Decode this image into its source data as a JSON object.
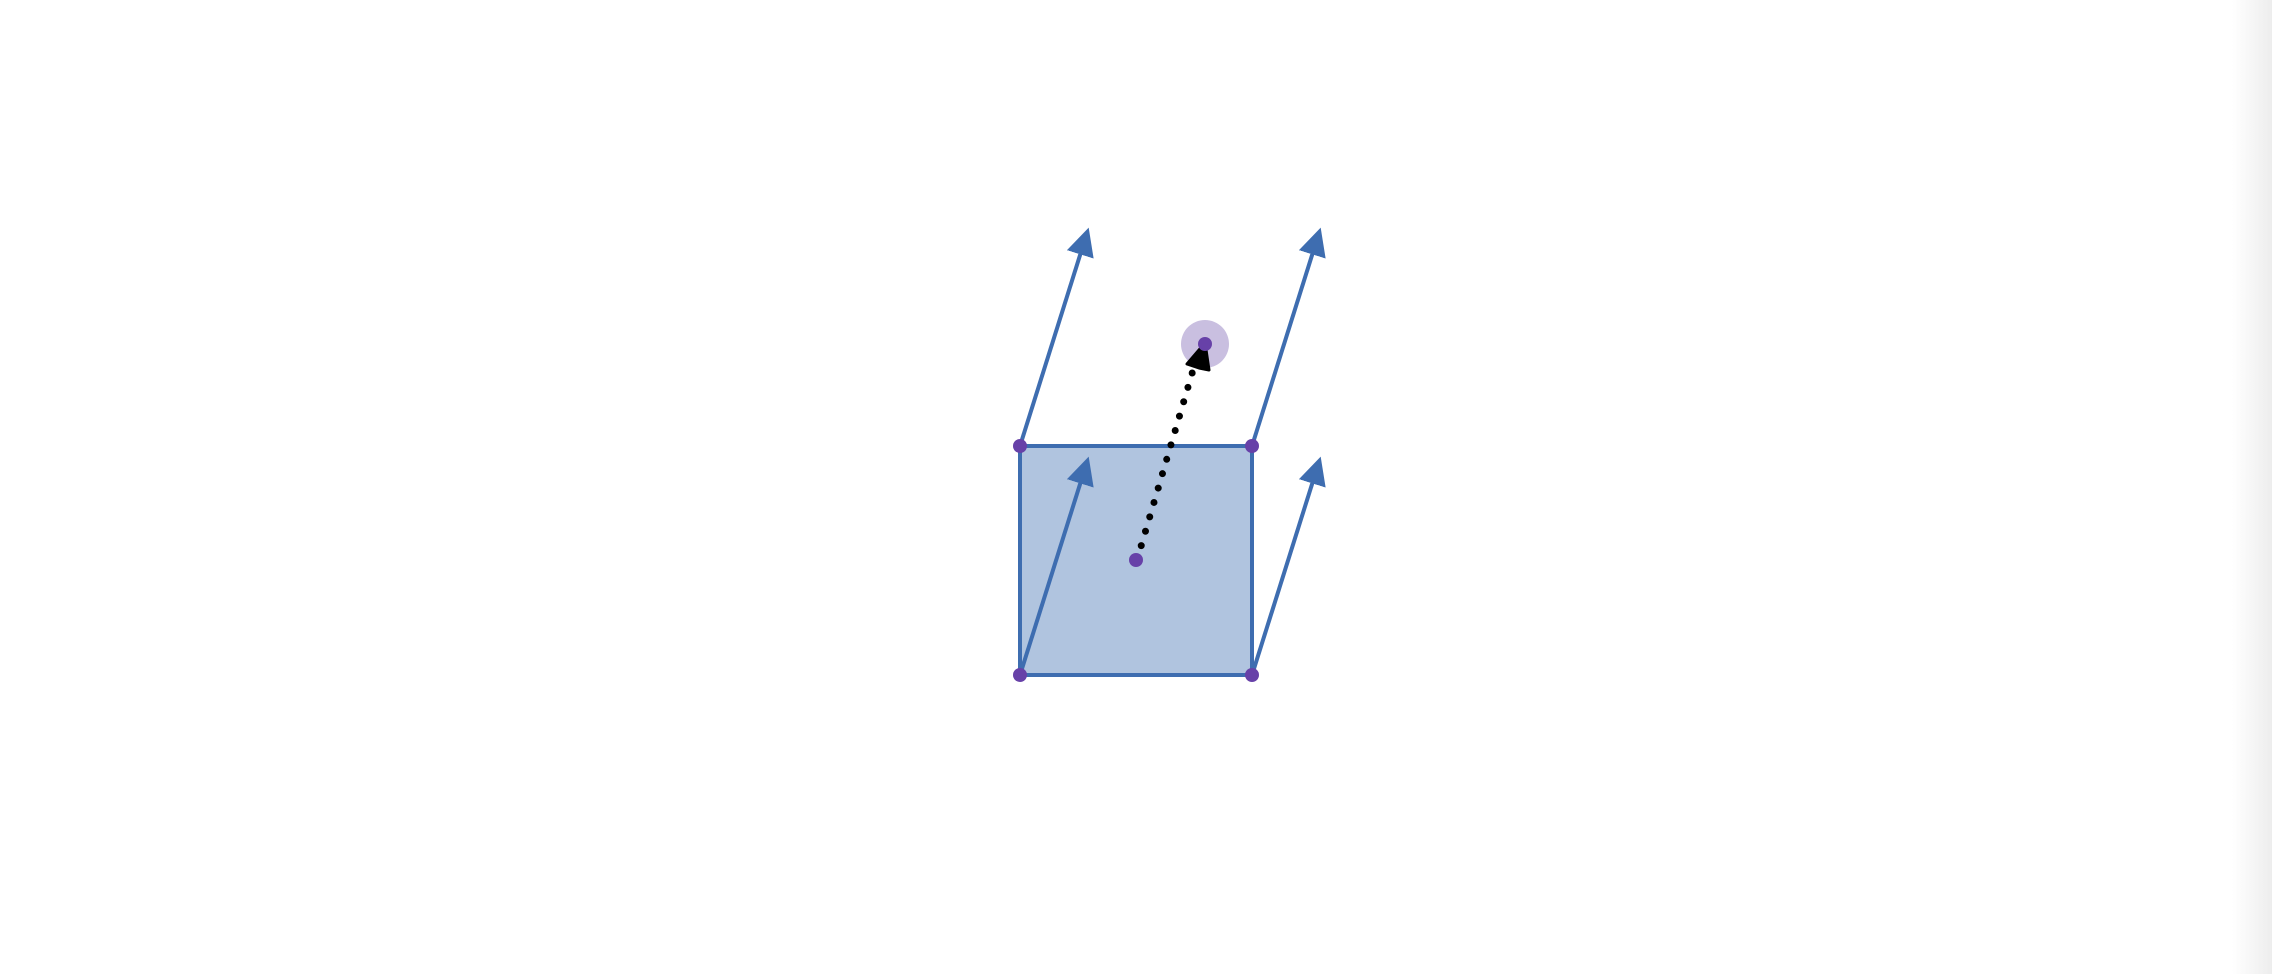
{
  "diagram": {
    "colors": {
      "square_fill": "#b0c4df",
      "square_stroke": "#3e6db0",
      "vector": "#3e6db0",
      "point": "#6741a8",
      "point_halo": "#c9bfe0",
      "drag_path": "#000000",
      "cursor": "#000000"
    },
    "shapes": [
      "translucent-blue-square",
      "translation-vector-arrow",
      "dotted-drag-path",
      "drag-cursor-arrow"
    ],
    "icons": {
      "cursor": "drag-arrow-icon"
    }
  }
}
